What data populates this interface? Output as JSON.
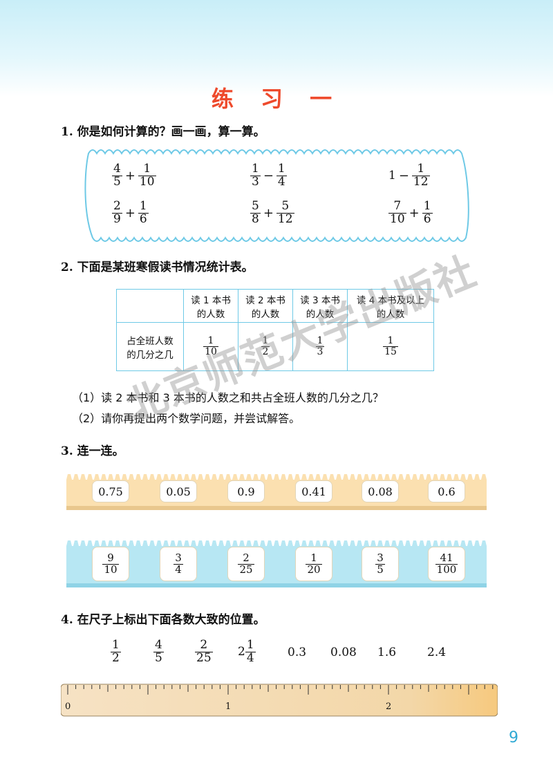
{
  "title": "练 习 一",
  "q1": {
    "number": "1.",
    "text": "你是如何计算的？画一画，算一算。",
    "expressions": [
      {
        "a_n": "4",
        "a_d": "5",
        "op": "+",
        "b_n": "1",
        "b_d": "10"
      },
      {
        "a_n": "1",
        "a_d": "3",
        "op": "−",
        "b_n": "1",
        "b_d": "4"
      },
      {
        "whole": "1",
        "op": "−",
        "b_n": "1",
        "b_d": "12"
      },
      {
        "a_n": "2",
        "a_d": "9",
        "op": "+",
        "b_n": "1",
        "b_d": "6"
      },
      {
        "a_n": "5",
        "a_d": "8",
        "op": "+",
        "b_n": "5",
        "b_d": "12"
      },
      {
        "a_n": "7",
        "a_d": "10",
        "op": "+",
        "b_n": "1",
        "b_d": "6"
      }
    ]
  },
  "q2": {
    "number": "2.",
    "text": "下面是某班寒假读书情况统计表。",
    "table": {
      "headers": [
        "读 1 本书\n的人数",
        "读 2 本书\n的人数",
        "读 3 本书\n的人数",
        "读 4 本书及以上\n的人数"
      ],
      "row_label": "占全班人数\n的几分之几",
      "values": [
        {
          "n": "1",
          "d": "10"
        },
        {
          "n": "1",
          "d": "2"
        },
        {
          "n": "1",
          "d": "3"
        },
        {
          "n": "1",
          "d": "15"
        }
      ]
    },
    "sub1": "（1）读 2 本书和 3 本书的人数之和共占全班人数的几分之几？",
    "sub2": "（2）请你再提出两个数学问题，并尝试解答。"
  },
  "q3": {
    "number": "3.",
    "text": "连一连。",
    "decimals": [
      "0.75",
      "0.05",
      "0.9",
      "0.41",
      "0.08",
      "0.6"
    ],
    "fractions": [
      {
        "n": "9",
        "d": "10"
      },
      {
        "n": "3",
        "d": "4"
      },
      {
        "n": "2",
        "d": "25"
      },
      {
        "n": "1",
        "d": "20"
      },
      {
        "n": "3",
        "d": "5"
      },
      {
        "n": "41",
        "d": "100"
      }
    ]
  },
  "q4": {
    "number": "4.",
    "text": "在尺子上标出下面各数大致的位置。",
    "values": [
      {
        "n": "1",
        "d": "2"
      },
      {
        "n": "4",
        "d": "5"
      },
      {
        "n": "2",
        "d": "25"
      },
      {
        "whole": "2",
        "n": "1",
        "d": "4"
      },
      {
        "text": "0.3"
      },
      {
        "text": "0.08"
      },
      {
        "text": "1.6"
      },
      {
        "text": "2.4"
      }
    ],
    "ruler_labels": [
      "0",
      "1",
      "2"
    ]
  },
  "watermark": "北京师范大学出版社",
  "page_number": "9",
  "colors": {
    "title": "#ee4a2c",
    "accent_blue": "#6ec9e6",
    "strip_tan": "#fbe0b0",
    "strip_blue": "#b7e7f3",
    "page_number": "#2fa9d4"
  }
}
